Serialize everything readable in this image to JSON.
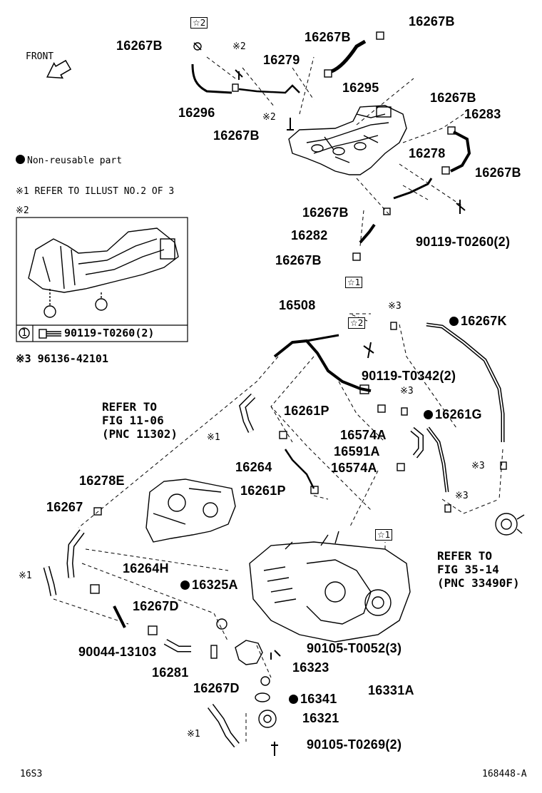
{
  "header": {
    "front_label": "FRONT"
  },
  "legend": {
    "non_reusable": "Non-reusable part",
    "note1": "※1 REFER TO ILLUST NO.2 OF 3",
    "note2_mark": "※2",
    "note3": "※3  96136-42101",
    "inset_circle": "1",
    "inset_part": "90119-T0260(2)"
  },
  "marks": {
    "star2": "☆2",
    "star1": "☆1",
    "x1": "※1",
    "x2": "※2",
    "x3": "※3"
  },
  "labels": {
    "p16267B_a": "16267B",
    "p16267B_b": "16267B",
    "p16267B_c": "16267B",
    "p16267B_d": "16267B",
    "p16267B_e": "16267B",
    "p16267B_f": "16267B",
    "p16267B_g": "16267B",
    "p16267B_h": "16267B",
    "p16279": "16279",
    "p16295": "16295",
    "p16296": "16296",
    "p16283": "16283",
    "p16278": "16278",
    "p16282": "16282",
    "p90119_T0260": "90119-T0260(2)",
    "p16508": "16508",
    "p16267K": "16267K",
    "p90119_T0342": "90119-T0342(2)",
    "p16261P_a": "16261P",
    "p16261G": "16261G",
    "p16574A_a": "16574A",
    "p16591A": "16591A",
    "p16574A_b": "16574A",
    "p16264": "16264",
    "p16261P_b": "16261P",
    "p16278E": "16278E",
    "p16267": "16267",
    "p16264H": "16264H",
    "p16325A": "16325A",
    "p16267D_a": "16267D",
    "p90044": "90044-13103",
    "p16281": "16281",
    "p16267D_b": "16267D",
    "p90105_T0052": "90105-T0052(3)",
    "p16323": "16323",
    "p16341": "16341",
    "p16331A": "16331A",
    "p16321": "16321",
    "p90105_T0269": "90105-T0269(2)"
  },
  "refs": {
    "ref_left": "REFER TO\nFIG 11-06\n(PNC 11302)",
    "ref_right": "REFER TO\nFIG 35-14\n(PNC 33490F)"
  },
  "footer": {
    "code_left": "16S3",
    "code_right": "168448-A"
  }
}
